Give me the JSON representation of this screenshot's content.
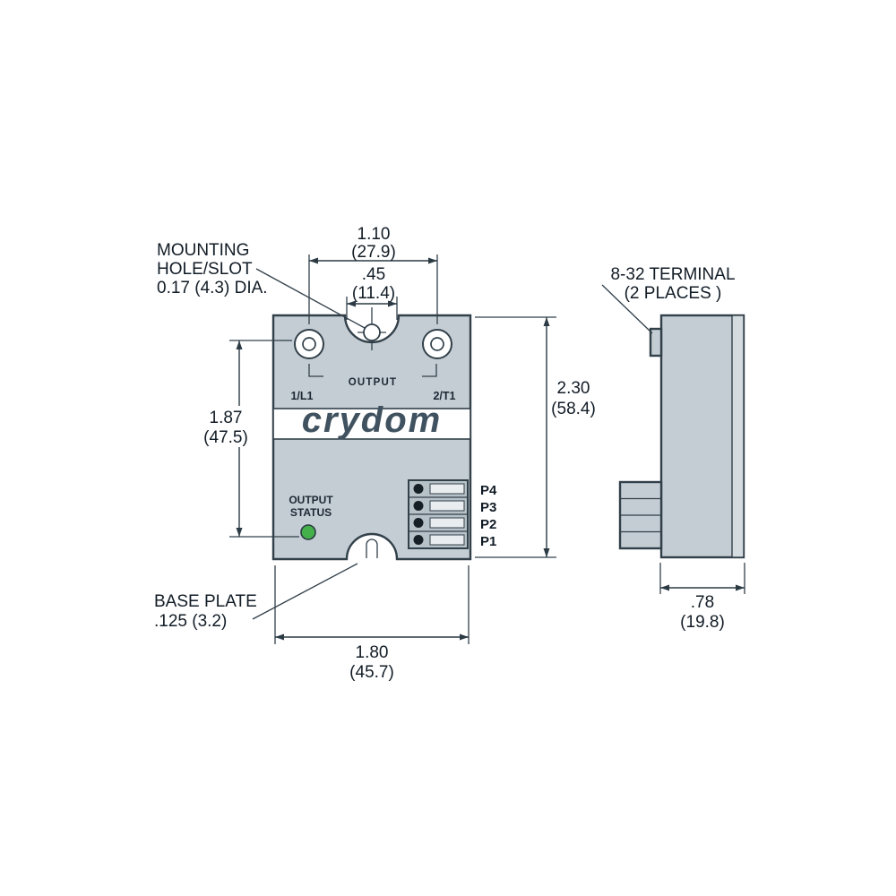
{
  "drawing": {
    "brand_logo": "crydom",
    "front_view": {
      "output_label": "OUTPUT",
      "terminal_left_label": "1/L1",
      "terminal_right_label": "2/T1",
      "status_line1": "OUTPUT",
      "status_line2": "STATUS",
      "pin_labels": [
        "P4",
        "P3",
        "P2",
        "P1"
      ]
    },
    "callouts": {
      "mounting_hole": [
        "MOUNTING",
        "HOLE/SLOT",
        "0.17 (4.3) DIA."
      ],
      "terminal": [
        "8-32 TERMINAL",
        "(2 PLACES )"
      ],
      "base_plate": [
        "BASE PLATE",
        ".125 (3.2)"
      ]
    },
    "dimensions": {
      "top_width": {
        "in": "1.10",
        "mm": "(27.9)"
      },
      "slot_width": {
        "in": ".45",
        "mm": "(11.4)"
      },
      "mount_height": {
        "in": "1.87",
        "mm": "(47.5)"
      },
      "overall_height": {
        "in": "2.30",
        "mm": "(58.4)"
      },
      "overall_width": {
        "in": "1.80",
        "mm": "(45.7)"
      },
      "depth": {
        "in": ".78",
        "mm": "(19.8)"
      }
    },
    "colors": {
      "body_fill": "#c4cdd3",
      "outline": "#32404a",
      "led_green": "#43b04a",
      "logo_color": "#40525f"
    }
  }
}
